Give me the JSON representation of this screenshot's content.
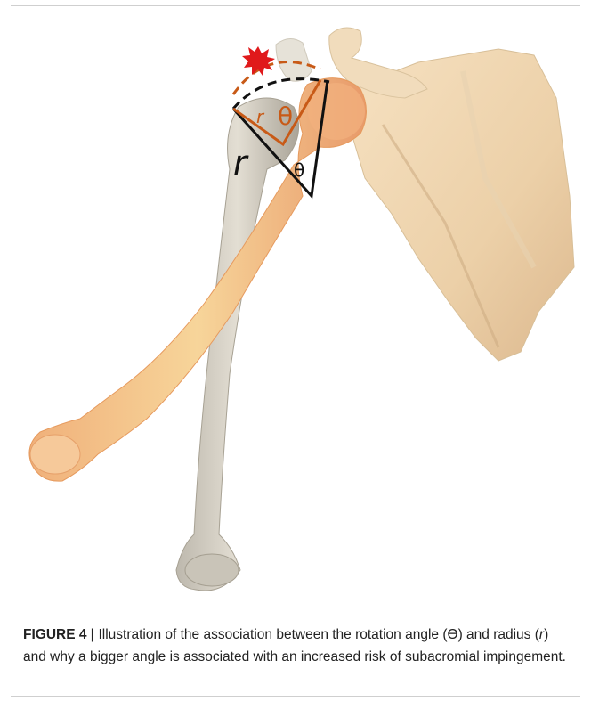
{
  "figure": {
    "label_r_inner": "r",
    "label_theta_inner": "θ",
    "label_r_outer": "r",
    "label_theta_outer": "θ",
    "impingement_marker_color": "#e0191b",
    "inner_arc_color": "#c85a17",
    "outer_arc_color": "#111111"
  },
  "caption": {
    "label": "FIGURE 4 |",
    "text_1": " Illustration of the association between the rotation angle (",
    "theta": "ϴ",
    "text_2": ") and radius (",
    "r": "r",
    "text_3": ") and why a bigger angle is associated with an increased risk of subacromial impingement."
  }
}
